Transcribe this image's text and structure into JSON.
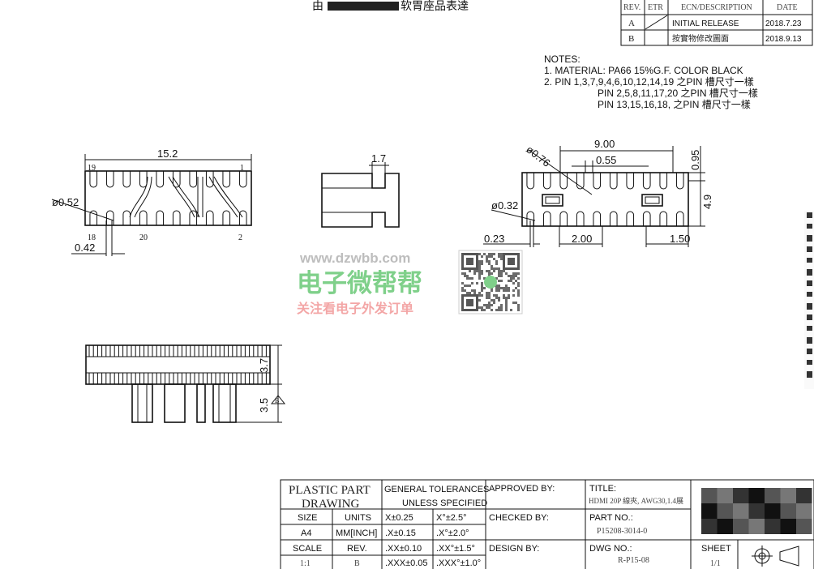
{
  "header": {
    "company_fragment": "由",
    "company_suffix": "软胃座品表達"
  },
  "revision_table": {
    "headers": [
      "REV.",
      "ETR",
      "ECN/DESCRIPTION",
      "DATE"
    ],
    "rows": [
      {
        "rev": "A",
        "desc": "INITIAL RELEASE",
        "date": "2018.7.23"
      },
      {
        "rev": "B",
        "desc": "按實物修改圖面",
        "date": "2018.9.13"
      }
    ]
  },
  "notes": {
    "title": "NOTES:",
    "line1": "1.  MATERIAL: PA66  15%G.F. COLOR  BLACK",
    "line2": "2.  PIN  1,3,7,9,4,6,10,12,14,19 之PIN 槽尺寸一樣",
    "line3": "PIN  2,5,8,11,17,20 之PIN 槽尺寸一樣",
    "line4": "PIN  13,15,16,18, 之PIN 槽尺寸一樣"
  },
  "front_view": {
    "width_dim": "15.2",
    "pin_19": "19",
    "pin_1": "1",
    "pin_18": "18",
    "pin_20": "20",
    "pin_2": "2",
    "hole_dia": "ø0.52",
    "offset_dim": "0.42"
  },
  "side_view": {
    "width_dim": "1.7"
  },
  "detail_view": {
    "dia_large": "ø0.76",
    "dia_small": "ø0.32",
    "span_dim": "9.00",
    "slot_dim": "0.55",
    "height_dim": "0.95",
    "total_height": "4.9",
    "edge_dim": "0.23",
    "pitch_dim": "2.00",
    "right_dim": "1.50"
  },
  "bottom_view": {
    "dim_upper": "3.7",
    "dim_lower": "3.5",
    "marker": "B"
  },
  "watermark": {
    "url": "www.dzwbb.com",
    "name": "电子微帮帮",
    "slogan": "关注看电子外发订单"
  },
  "title_block": {
    "plastic_part": "PLASTIC PART",
    "drawing": "DRAWING",
    "general_tolerances": "GENERAL TOLERANCES",
    "unless_specified": "UNLESS  SPECIFIED",
    "approved_by": "APPROVED BY:",
    "title_label": "TITLE:",
    "title_value": "HDMI 20P 線夾, AWG30,1.4展",
    "size_label": "SIZE",
    "size_value": "A4",
    "units_label": "UNITS",
    "units_value": "MM[INCH]",
    "tol_x": "X±0.25",
    "tol_ang1": "X°±2.5°",
    "tol_xx": ".X±0.15",
    "tol_ang2": ".X°±2.0°",
    "tol_xxx": ".XX±0.10",
    "tol_ang3": ".XX°±1.5°",
    "tol_xxxx": ".XXX±0.05",
    "tol_ang4": ".XXX°±1.0°",
    "checked_by": "CHECKED BY:",
    "part_no_label": "PART NO.:",
    "part_no_value": "P15208-3014-0",
    "scale_label": "SCALE",
    "scale_value": "1:1",
    "rev_label": "REV.",
    "rev_value": "B",
    "design_by": "DESIGN BY:",
    "dwg_no_label": "DWG NO.:",
    "dwg_no_value": "R-P15-08",
    "sheet_label": "SHEET",
    "sheet_value": "1/1"
  }
}
